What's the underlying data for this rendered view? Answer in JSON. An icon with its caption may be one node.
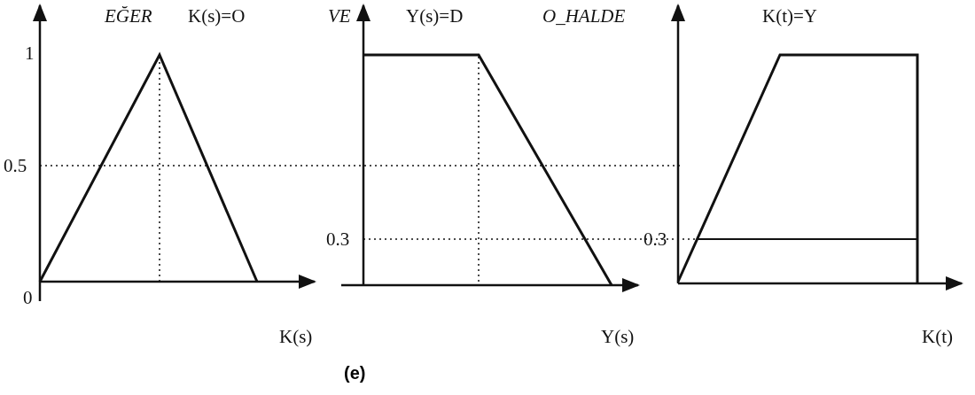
{
  "diagram": {
    "caption": "(e)",
    "labels": [
      "EĞER",
      "K(s)=O",
      "VE",
      "Y(s)=D",
      "O_HALDE",
      "K(t)=Y",
      "1",
      "0.5",
      "0.3",
      "0.3",
      "0",
      "K(s)",
      "Y(s)",
      "K(t)"
    ]
  }
}
